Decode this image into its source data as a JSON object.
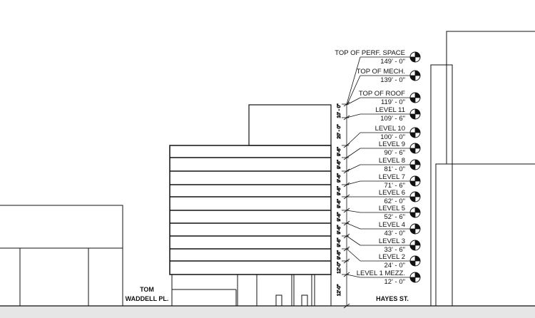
{
  "drawing": {
    "levels": [
      {
        "name": "TOP OF PERF. SPACE",
        "elevation": "149' - 0\""
      },
      {
        "name": "TOP OF MECH.",
        "elevation": "139' - 0\""
      },
      {
        "name": "TOP OF ROOF",
        "elevation": "119' - 0\""
      },
      {
        "name": "LEVEL 11",
        "elevation": "109' - 6\""
      },
      {
        "name": "LEVEL 10",
        "elevation": "100' - 0\""
      },
      {
        "name": "LEVEL 9",
        "elevation": "90' - 6\""
      },
      {
        "name": "LEVEL 8",
        "elevation": "81' - 0\""
      },
      {
        "name": "LEVEL 7",
        "elevation": "71' - 6\""
      },
      {
        "name": "LEVEL 6",
        "elevation": "62' - 0\""
      },
      {
        "name": "LEVEL 5",
        "elevation": "52' - 6\""
      },
      {
        "name": "LEVEL 4",
        "elevation": "43' - 0\""
      },
      {
        "name": "LEVEL 3",
        "elevation": "33' - 6\""
      },
      {
        "name": "LEVEL 2",
        "elevation": "24' - 0\""
      },
      {
        "name": "LEVEL 1 MEZZ.",
        "elevation": "12' - 0\""
      }
    ],
    "dimensions": [
      "10' - 0\"",
      "20' - 0\"",
      "9'-6\"",
      "9'-6\"",
      "9'-6\"",
      "9'-6\"",
      "9'-6\"",
      "9'-6\"",
      "9'-6\"",
      "9'-6\"",
      "9'-6\"",
      "12'-0\"",
      "12'-0\""
    ],
    "streets": {
      "left_line1": "TOM",
      "left_line2": "WADDELL PL.",
      "right": "HAYES ST."
    }
  }
}
